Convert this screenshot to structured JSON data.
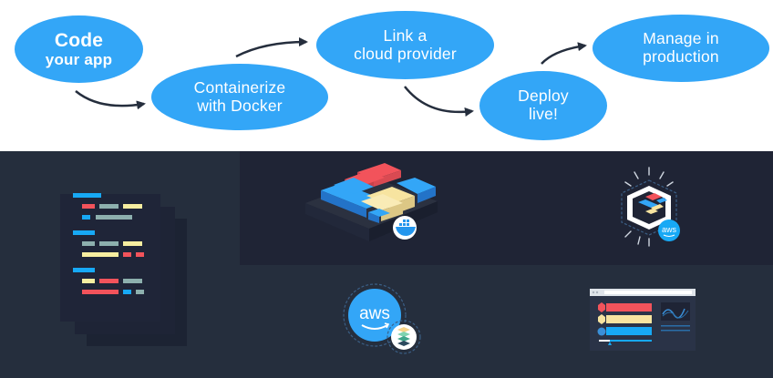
{
  "flow": {
    "title": "App deployment workflow",
    "steps": [
      {
        "line1": "Code",
        "line2": "your app"
      },
      {
        "line1": "Containerize",
        "line2": "with Docker"
      },
      {
        "line1": "Link a",
        "line2": "cloud provider"
      },
      {
        "line1": "Deploy",
        "line2": "live!"
      },
      {
        "line1": "Manage in",
        "line2": "production"
      }
    ],
    "colors": {
      "bubble": "#33a6f7",
      "bubble_text": "#ffffff",
      "arrow": "#252e3d"
    }
  },
  "illustrations": {
    "code": {
      "icon": "code-document-icon"
    },
    "docker": {
      "icon": "docker-containers-icon",
      "badge": "docker-whale-icon"
    },
    "aws_cluster": {
      "icon": "aws-container-cluster-icon",
      "badge_text": "aws"
    },
    "aws_stack": {
      "icon": "aws-stack-icon",
      "logo_text": "aws"
    },
    "dashboard": {
      "icon": "monitoring-dashboard-icon"
    }
  },
  "colors": {
    "dark_bg": "#252e3d",
    "panel_bg": "#1f2435",
    "red": "#f2535b",
    "yellow": "#f7e4a0",
    "blue": "#2c8fe0",
    "light_blue": "#17a9f5",
    "teal": "#8db0ae"
  }
}
